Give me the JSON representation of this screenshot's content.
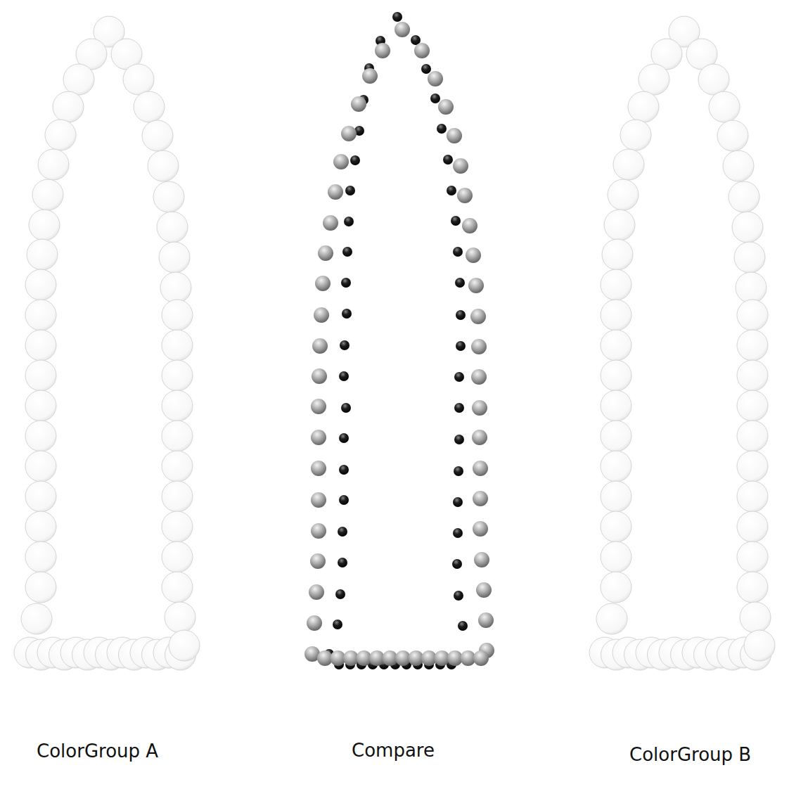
{
  "diagram": {
    "labels": [
      "ColorGroup A",
      "Compare",
      "ColorGroup B"
    ]
  }
}
